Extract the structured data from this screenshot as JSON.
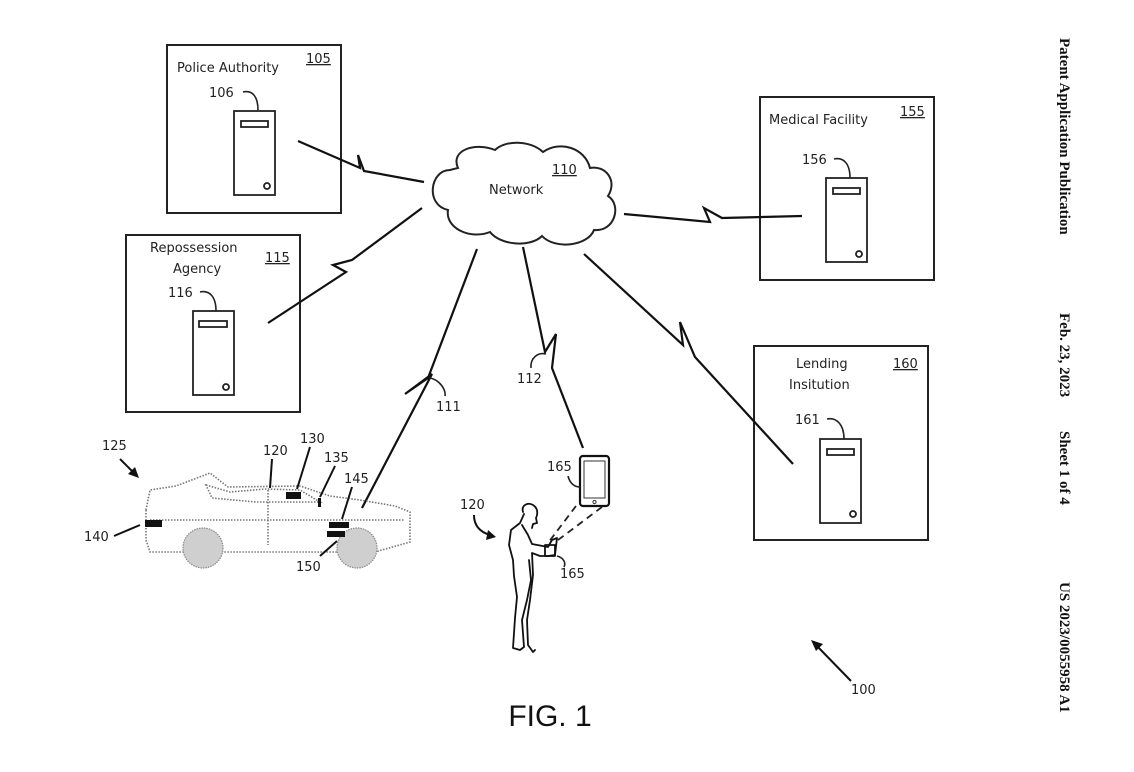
{
  "header": {
    "publication_type": "Patent Application Publication",
    "date": "Feb. 23, 2023",
    "sheet": "Sheet 1 of 4",
    "publication_number": "US 2023/0055958 A1"
  },
  "figure": {
    "caption": "FIG. 1",
    "system_ref": "100"
  },
  "network": {
    "label": "Network",
    "ref": "110"
  },
  "entities": {
    "police": {
      "label": "Police Authority",
      "ref": "105",
      "server_ref": "106"
    },
    "repossession": {
      "label_line1": "Repossession",
      "label_line2": "Agency",
      "ref": "115",
      "server_ref": "116"
    },
    "medical": {
      "label": "Medical Facility",
      "ref": "155",
      "server_ref": "156"
    },
    "lending": {
      "label_line1": "Lending",
      "label_line2": "Insitution",
      "ref": "160",
      "server_ref": "161"
    }
  },
  "links": {
    "vehicle_link": "111",
    "user_link": "112"
  },
  "vehicle": {
    "ref": "125",
    "user_ref": "120",
    "sensor_130": "130",
    "sensor_135": "135",
    "sensor_140": "140",
    "sensor_145": "145",
    "sensor_150": "150"
  },
  "user": {
    "ref": "120",
    "phone_ref": "165",
    "handheld_ref": "165"
  }
}
